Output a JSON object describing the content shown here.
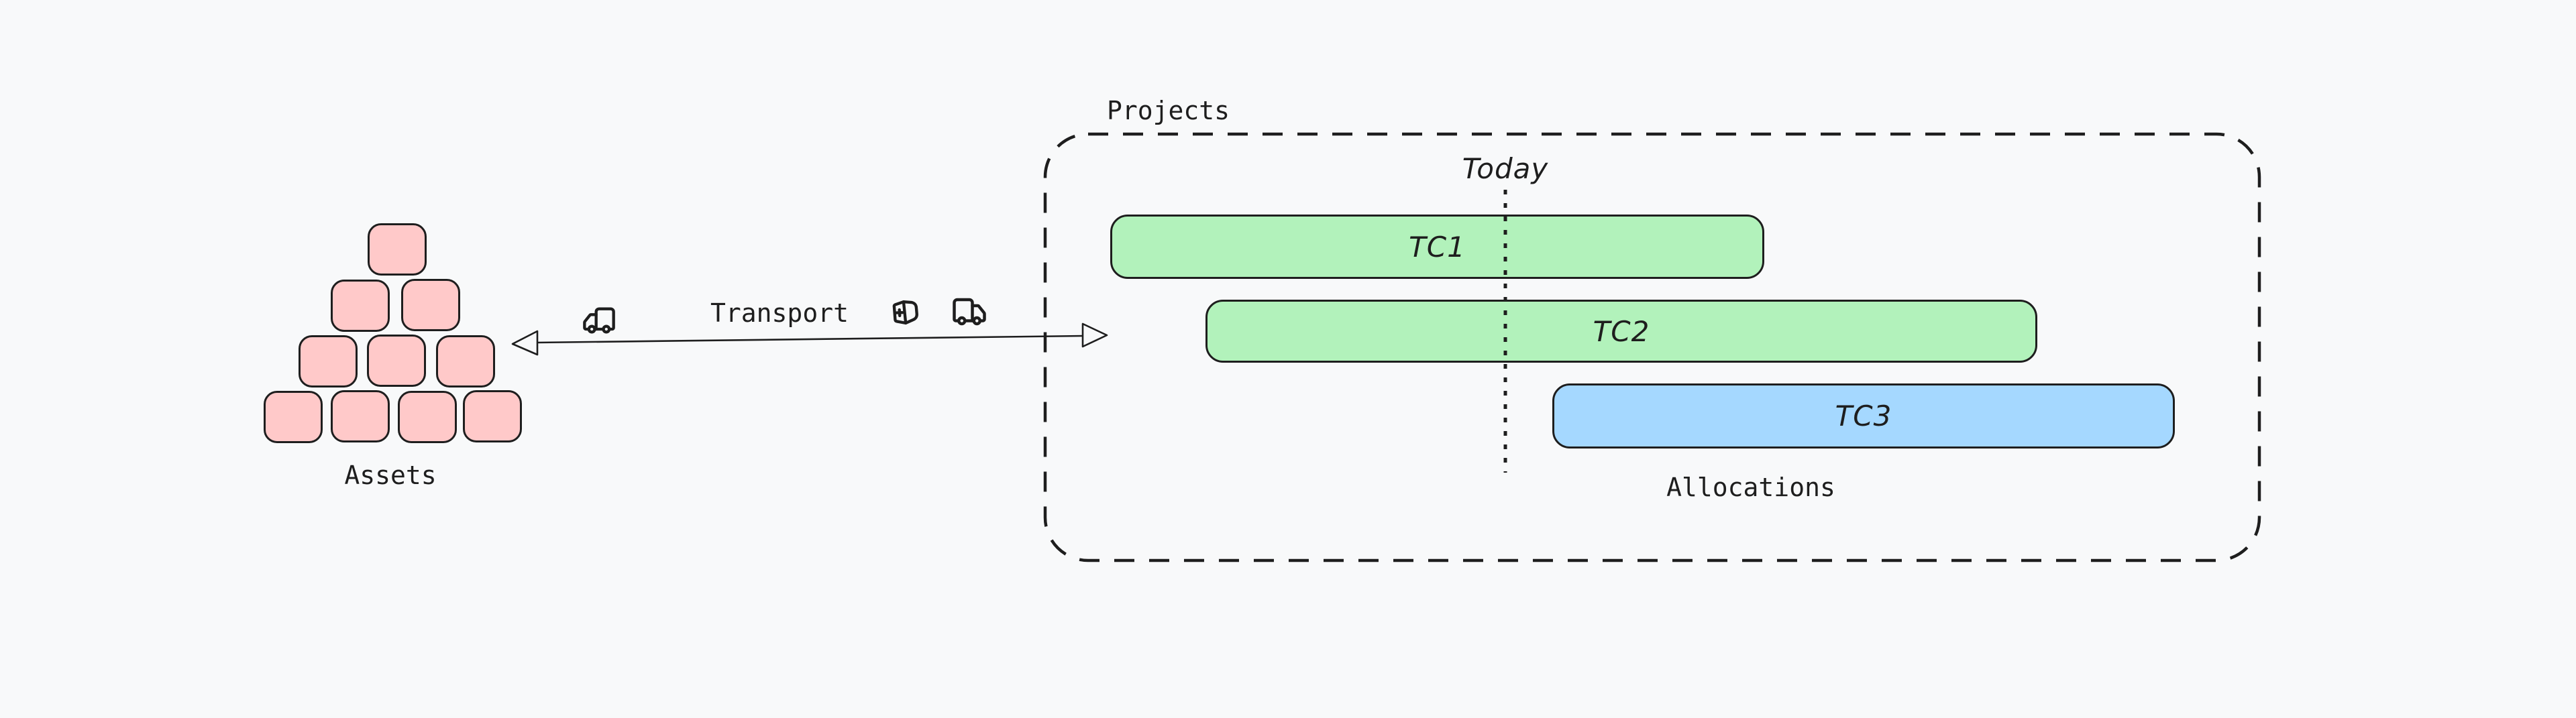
{
  "diagram": {
    "background": "#f8f9fa",
    "stroke_color": "#1e1e1e",
    "assets": {
      "label": "Assets",
      "block_fill": "#ffc9c9",
      "block_count": 10,
      "rows_per_level": [
        1,
        2,
        3,
        4
      ]
    },
    "transport": {
      "label": "Transport",
      "arrow_style": "double-headed",
      "icons": [
        "truck-left-icon",
        "package-icon",
        "truck-right-icon"
      ]
    },
    "projects": {
      "label": "Projects",
      "today": {
        "label": "Today"
      },
      "allocations_label": "Allocations",
      "bars": [
        {
          "label": "TC1",
          "fill": "#b2f2bb"
        },
        {
          "label": "TC2",
          "fill": "#b2f2bb"
        },
        {
          "label": "TC3",
          "fill": "#a5d8ff"
        }
      ]
    }
  }
}
